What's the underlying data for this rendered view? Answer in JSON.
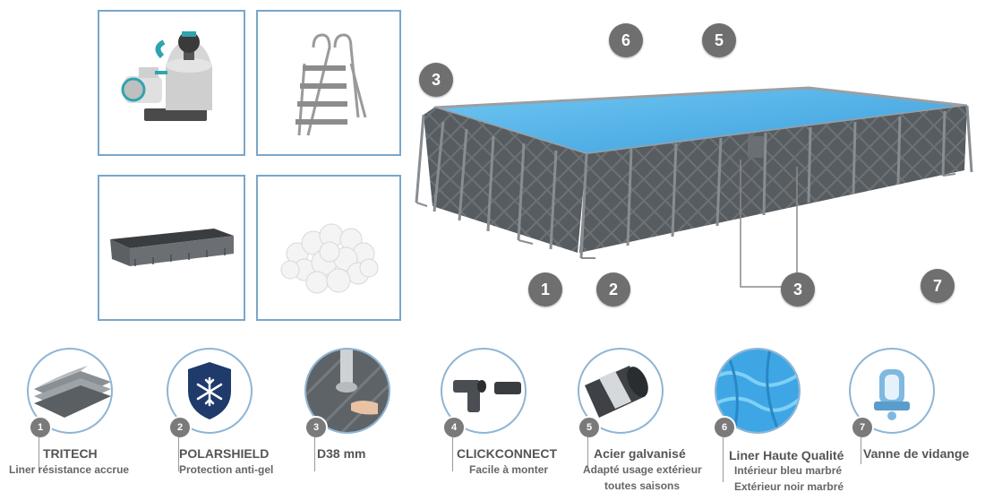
{
  "accessories": [
    {
      "name": "sand-filter-pump"
    },
    {
      "name": "pool-ladder"
    },
    {
      "name": "pool-cover"
    },
    {
      "name": "filter-balls"
    }
  ],
  "markers": [
    "6",
    "5",
    "3",
    "3",
    "1",
    "2",
    "7"
  ],
  "features": [
    {
      "num": "1",
      "title": "TRITECH",
      "sub1": "Liner résistance accrue",
      "sub2": ""
    },
    {
      "num": "2",
      "title": "POLARSHIELD",
      "sub1": "Protection anti-gel",
      "sub2": ""
    },
    {
      "num": "3",
      "title": "D38 mm",
      "sub1": "",
      "sub2": ""
    },
    {
      "num": "4",
      "title": "CLICKCONNECT",
      "sub1": "Facile à monter",
      "sub2": ""
    },
    {
      "num": "5",
      "title": "Acier galvanisé",
      "sub1": "Adapté usage extérieur",
      "sub2": "toutes saisons"
    },
    {
      "num": "6",
      "title": "Liner Haute Qualité",
      "sub1": "Intérieur bleu marbré",
      "sub2": "Extérieur noir marbré"
    },
    {
      "num": "7",
      "title": "Vanne de vidange",
      "sub1": "",
      "sub2": ""
    }
  ],
  "colors": {
    "accent_border": "#7aa7c9",
    "marker_gray": "#6f6f6f",
    "water_blue": "#5ab4e8",
    "liner_dark": "#555a5e"
  }
}
